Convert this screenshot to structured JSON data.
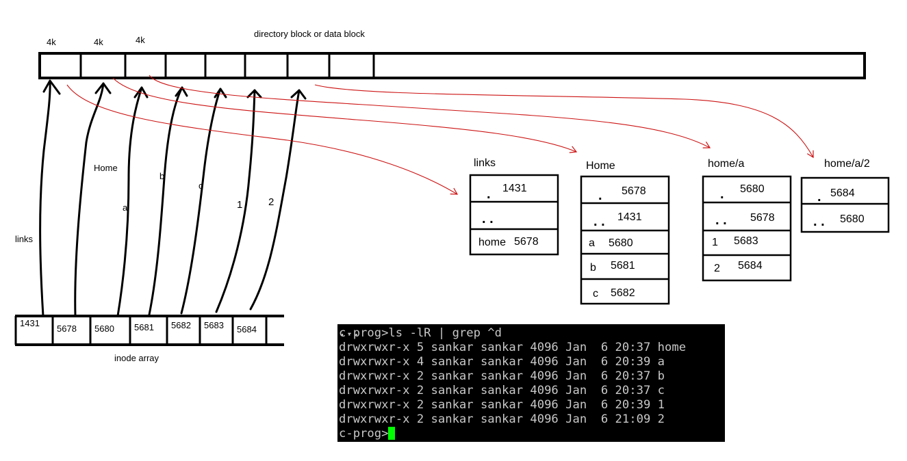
{
  "top_block": {
    "title": "directory block or data block",
    "size_labels": [
      "4k",
      "4k",
      "4k"
    ]
  },
  "inode_array": {
    "label": "inode array",
    "values": [
      "1431",
      "5678",
      "5680",
      "5681",
      "5682",
      "5683",
      "5684"
    ]
  },
  "link_labels": [
    "links",
    "Home",
    "a",
    "b",
    "c",
    "1",
    "2"
  ],
  "directories": [
    {
      "title": "links",
      "entries": [
        {
          "name": ".",
          "inode": "1431"
        },
        {
          "name": ". .",
          "inode": ""
        },
        {
          "name": "home",
          "inode": "5678"
        }
      ]
    },
    {
      "title": "Home",
      "entries": [
        {
          "name": ".",
          "inode": "5678"
        },
        {
          "name": ". .",
          "inode": "1431"
        },
        {
          "name": "a",
          "inode": "5680"
        },
        {
          "name": "b",
          "inode": "5681"
        },
        {
          "name": "c",
          "inode": "5682"
        }
      ]
    },
    {
      "title": "home/a",
      "entries": [
        {
          "name": ".",
          "inode": "5680"
        },
        {
          "name": ". .",
          "inode": "5678"
        },
        {
          "name": "1",
          "inode": "5683"
        },
        {
          "name": "2",
          "inode": "5684"
        }
      ]
    },
    {
      "title": "home/a/2",
      "entries": [
        {
          "name": ".",
          "inode": "5684"
        },
        {
          "name": ". .",
          "inode": "5680"
        }
      ]
    }
  ],
  "terminal": {
    "lines": [
      "c-prog>ls -lR | grep ^d",
      "drwxrwxr-x 5 sankar sankar 4096 Jan  6 20:37 home",
      "drwxrwxr-x 4 sankar sankar 4096 Jan  6 20:39 a",
      "drwxrwxr-x 2 sankar sankar 4096 Jan  6 20:37 b",
      "drwxrwxr-x 2 sankar sankar 4096 Jan  6 20:37 c",
      "drwxrwxr-x 2 sankar sankar 4096 Jan  6 20:39 1",
      "drwxrwxr-x 2 sankar sankar 4096 Jan  6 21:09 2"
    ],
    "prompt": "c-prog>"
  },
  "colors": {
    "ink": "#000000",
    "arrow_red": "#cc1111",
    "terminal_bg": "#000000",
    "terminal_text": "#c8c8c8",
    "cursor": "#00ff00"
  }
}
